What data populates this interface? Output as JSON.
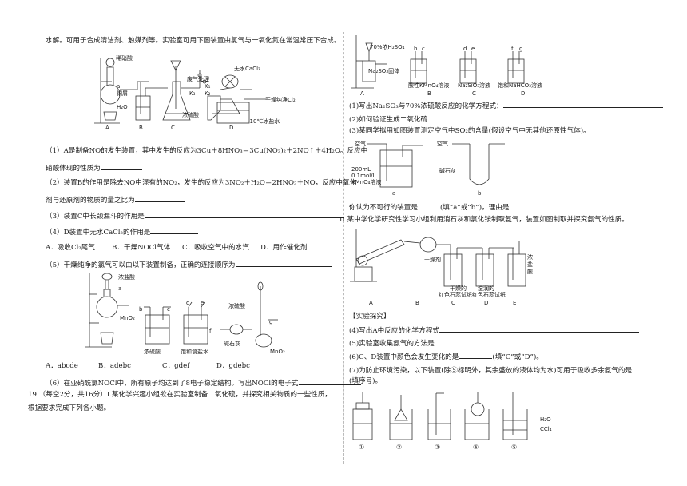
{
  "left": {
    "intro": "水解。可用于合成清洁剂、触媒剂等。实验室可用下图装置由氯气与一氧化氮在常温常压下合成。",
    "fig1": {
      "labels": {
        "xiaosuan": "稀硝酸",
        "a": "a",
        "tongxie": "铜屑",
        "h2o": "H₂O",
        "nongsuan": "浓硫酸",
        "feiqi": "废气处理",
        "k1": "K₁",
        "k2": "K₂",
        "k3": "K₃",
        "cacl2": "无水CaCl₂",
        "cl2": "干燥纯净Cl₂",
        "ice": "-10℃冰盐水"
      },
      "letters": [
        "A",
        "B",
        "C",
        "D"
      ]
    },
    "q1_a": "（1）A是制备NO的发生装置，其中发生的反应为3Cu＋8HNO₃＝3Cu(NO₃)₂＋2NO↑＋4H₂O。反应中",
    "q1_b": "硝酸体现的性质为",
    "q2_a": "（2）装置B的作用是除去NO中混有的NO₂，发生的反应为3NO₂＋H₂O＝2HNO₃＋NO，反应中氧化",
    "q2_b": "剂与还原剂的物质的量之比为",
    "q3": "（3）装置C中长颈漏斗的作用是",
    "q4": "（4）D装置中无水CaCl₂的作用是",
    "q4_opts": [
      "A．吸收Cl₂尾气",
      "B．干燥NOCl气体",
      "C．吸收空气中的水汽",
      "D．用作催化剂"
    ],
    "q5": "（5）干燥纯净的氯气可以由以下装置制备，正确的连接顺序为",
    "fig2": {
      "labels": {
        "nongyan": "浓盐酸",
        "a": "a",
        "mno2": "MnO₂",
        "b": "b",
        "c": "c",
        "d": "d",
        "e": "e",
        "f": "f",
        "g": "g",
        "nongsuan": "浓硫酸",
        "yanshui": "饱和食盐水",
        "nongsuan2": "浓硫酸",
        "jianshihui": "碱石灰",
        "mno2b": "MnO₂"
      }
    },
    "q5_opts": [
      "A．abcde",
      "B．adebc",
      "C．gdef",
      "D．gdebc"
    ],
    "q6": "（6）在亚硝酰氯NOCl中，所有原子均达到了8电子稳定结构。写出NOCl的电子式",
    "q19_a": "19.（每空2分，共16分）I.某化学兴趣小组欲在实验室制备二氧化硫，并探究相关物质的一些性质，",
    "q19_b": "根据要求完成下列各小题。"
  },
  "right": {
    "fig3": {
      "labels": {
        "h2so4": "70%浓H₂SO₄",
        "na2so3": "Na₂SO₃固体",
        "b": "b",
        "c": "c",
        "d": "d",
        "e": "e",
        "f": "f",
        "g": "g",
        "kmno4": "酸性KMnO₄溶液",
        "na2sio3": "Na₂SiO₃溶液",
        "nahco3": "饱和NaHCO₃溶液"
      },
      "letters": [
        "A",
        "B",
        "C",
        "D"
      ]
    },
    "r1": "(1)写出Na₂SO₃与70%浓硫酸反应的化学方程式：",
    "r2": "(2)如何验证生成二氧化硫",
    "r3": "(3)某同学拟用如图装置测定空气中SO₂的含量(假设空气中无其他还原性气体)。",
    "fig4": {
      "labels": {
        "air1": "空气",
        "air2": "空气",
        "v1": "200mL",
        "v2": "0.1mol/L",
        "v3": "KMnO₄溶液",
        "jianshihui": "碱石灰",
        "a": "a",
        "b": "b"
      }
    },
    "r3_ans": "你认为不可行的装置是",
    "r3_ans2": "(填“a”或“b”)，理由是",
    "r_ii": "II.某中学化学研究性学习小组利用消石灰和氯化铵制取氨气，装置如图制取并探究氨气的性质。",
    "fig5": {
      "labels": {
        "ganzaoji": "干燥剂",
        "c1": "干燥的",
        "c2": "红色石蕊试纸",
        "d1": "湿润的",
        "d2": "红色石蕊试纸",
        "nongyan1": "浓",
        "nongyan2": "盐",
        "nongyan3": "酸"
      },
      "letters": [
        "A",
        "B",
        "C",
        "D",
        "E"
      ]
    },
    "exp_title": "【实验探究】",
    "r4": "(4)写出A中反应的化学方程式",
    "r5": "(5)实验室收集氨气的方法是",
    "r6": "(6)C、D装置中颜色会发生变化的是",
    "r6b": "(填“C”或“D”)。",
    "r7_a": "(7)为防止环境污染，以下装置(除⑤标明外，其余盛放的液体均为水)可用于吸收多余氨气的是",
    "r7_b": "(填序号)。",
    "fig6": {
      "labels": {
        "h2o": "H₂O",
        "ccl4": "CCl₄"
      },
      "nums": [
        "①",
        "②",
        "③",
        "④",
        "⑤"
      ]
    }
  }
}
